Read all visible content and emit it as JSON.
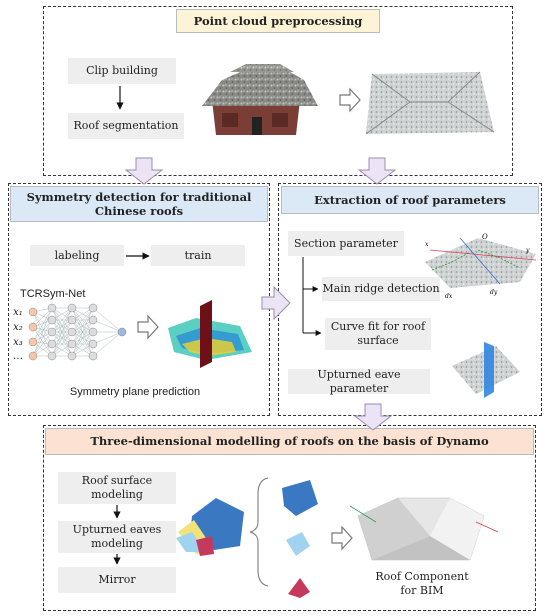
{
  "preprocessing": {
    "title": "Point cloud preprocessing",
    "clip_building": "Clip building",
    "roof_segmentation": "Roof segmentation"
  },
  "symmetry": {
    "title": "Symmetry detection for traditional Chinese roofs",
    "labeling": "labeling",
    "train": "train",
    "net_name": "TCRSym-Net",
    "node_labels": [
      "x₁",
      "x₂",
      "x₃",
      "…"
    ],
    "prediction": "Symmetry plane prediction"
  },
  "extraction": {
    "title": "Extraction of roof parameters",
    "section_parameter": "Section parameter",
    "main_ridge": "Main ridge detection",
    "curve_fit": "Curve fit for roof surface",
    "upturned_eave": "Upturned eave parameter",
    "fig_labels": {
      "o": "O",
      "x": "x",
      "y": "y",
      "dx": "dx",
      "dy": "dy"
    }
  },
  "modelling": {
    "title": "Three-dimensional modelling of roofs on the basis of Dynamo",
    "surface": "Roof surface modeling",
    "eaves": "Upturned eaves modeling",
    "mirror": "Mirror",
    "result": "Roof Component for BIM"
  },
  "colors": {
    "hdr_yellow": "#fdf3d7",
    "hdr_blue": "#dbe8f6",
    "hdr_peach": "#fbe2d3",
    "arrow_fill": "#ece3f5",
    "arrow_stroke": "#9b8bb5",
    "roof_blue": "#3a78c2"
  }
}
